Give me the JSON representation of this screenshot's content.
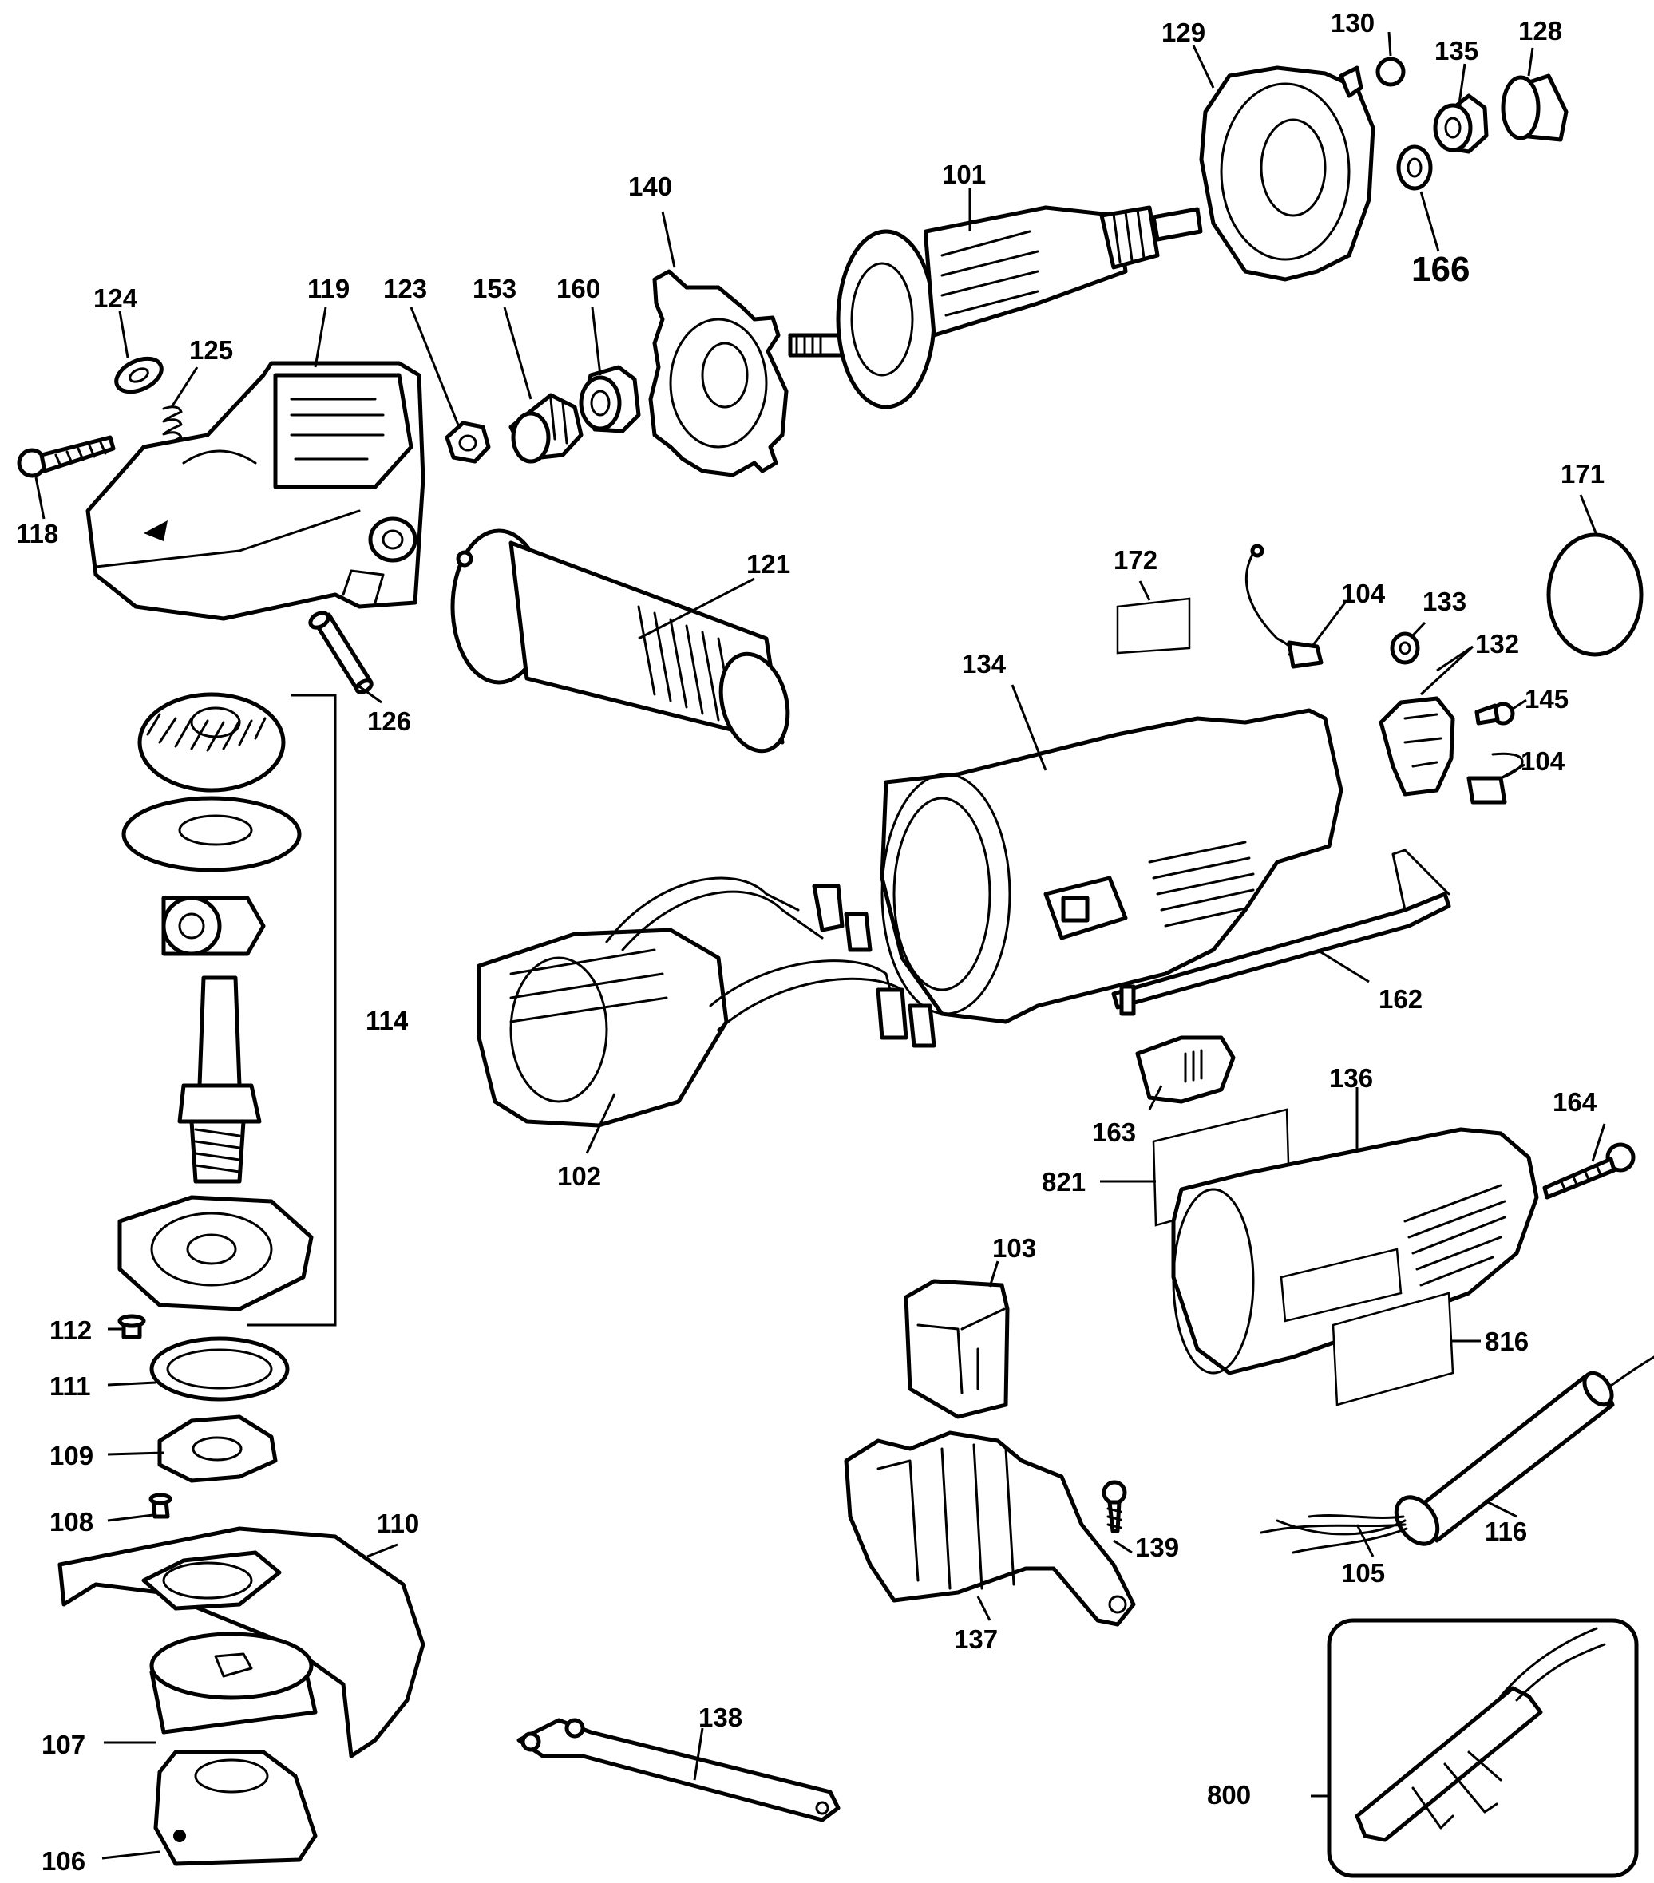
{
  "diagram": {
    "callouts": {
      "c101": "101",
      "c102": "102",
      "c103": "103",
      "c104a": "104",
      "c104b": "104",
      "c105": "105",
      "c106": "106",
      "c107": "107",
      "c108": "108",
      "c109": "109",
      "c110": "110",
      "c111": "111",
      "c112": "112",
      "c114": "114",
      "c116": "116",
      "c118": "118",
      "c119": "119",
      "c121": "121",
      "c123": "123",
      "c124": "124",
      "c125": "125",
      "c126": "126",
      "c128": "128",
      "c129": "129",
      "c130": "130",
      "c132": "132",
      "c133": "133",
      "c134": "134",
      "c135": "135",
      "c136": "136",
      "c137": "137",
      "c138": "138",
      "c139": "139",
      "c140": "140",
      "c145": "145",
      "c153": "153",
      "c160": "160",
      "c162": "162",
      "c163": "163",
      "c164": "164",
      "c166": "166",
      "c171": "171",
      "c172": "172",
      "c800": "800",
      "c816": "816",
      "c821": "821"
    }
  }
}
